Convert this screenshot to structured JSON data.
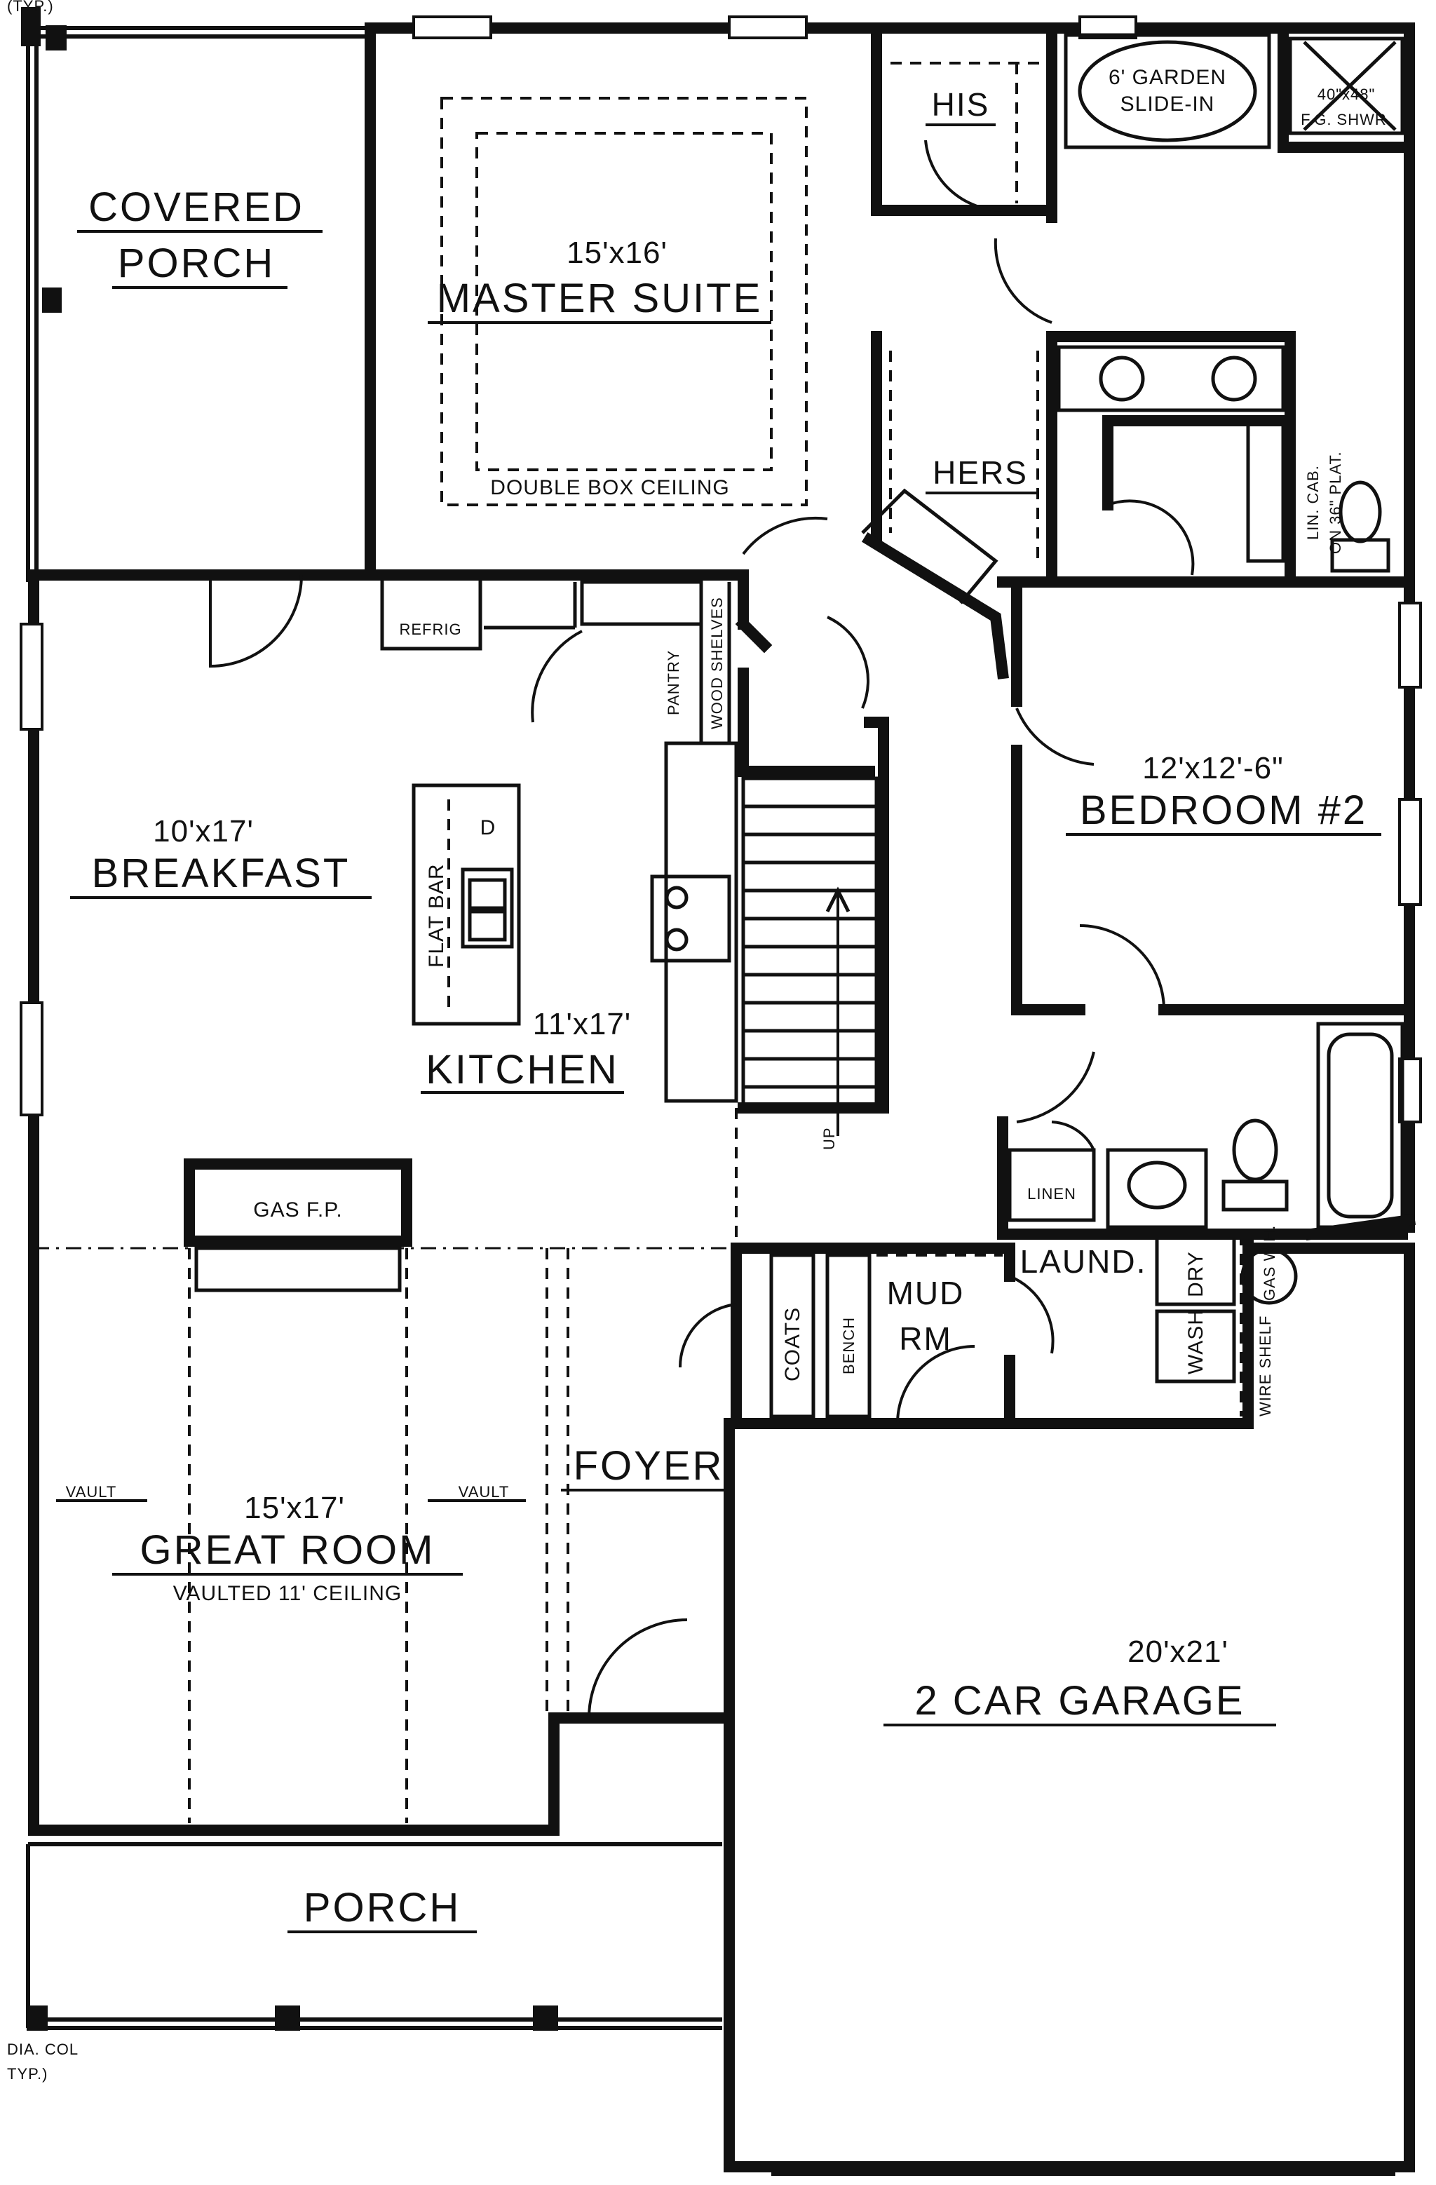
{
  "notes": {
    "top_corner": "(TYP.)",
    "column_note_1": "DIA. COL",
    "column_note_2": "TYP.)"
  },
  "rooms": {
    "covered_porch": {
      "line1": "COVERED",
      "line2": "PORCH"
    },
    "master_suite": {
      "dimensions": "15'x16'",
      "name": "MASTER SUITE",
      "ceiling": "DOUBLE BOX CEILING"
    },
    "his": {
      "name": "HIS"
    },
    "hers": {
      "name": "HERS"
    },
    "garden_tub": {
      "line1": "6' GARDEN",
      "line2": "SLIDE-IN"
    },
    "shower": {
      "line1": "40\"x48\"",
      "line2": "F.G. SHWR."
    },
    "linen_cab": {
      "line1": "LIN. CAB.",
      "line2": "ON 36\" PLAT."
    },
    "refrig": {
      "name": "REFRIG"
    },
    "pantry": {
      "name": "PANTRY"
    },
    "pantry_shelves": {
      "name": "WOOD SHELVES"
    },
    "breakfast": {
      "dimensions": "10'x17'",
      "name": "BREAKFAST"
    },
    "flat_bar": {
      "name": "FLAT BAR"
    },
    "dishwasher": {
      "name": "D"
    },
    "kitchen": {
      "dimensions": "11'x17'",
      "name": "KITCHEN"
    },
    "bedroom2": {
      "dimensions": "12'x12'-6\"",
      "name": "BEDROOM #2"
    },
    "stairs": {
      "label": "UP"
    },
    "linen": {
      "name": "LINEN"
    },
    "gas_fp": {
      "name": "GAS F.P."
    },
    "laundry": {
      "name": "LAUND.",
      "dryer": "DRY",
      "washer": "WASH",
      "water_heater": "GAS W.H.",
      "wire_shelf": "WIRE SHELF"
    },
    "coats": {
      "name": "COATS"
    },
    "bench": {
      "name": "BENCH"
    },
    "mud_room": {
      "line1": "MUD",
      "line2": "RM"
    },
    "foyer": {
      "name": "FOYER"
    },
    "great_room": {
      "dimensions": "15'x17'",
      "name": "GREAT ROOM",
      "ceiling": "VAULTED 11' CEILING",
      "vault_left": "VAULT",
      "vault_right": "VAULT"
    },
    "garage": {
      "dimensions": "20'x21'",
      "name": "2 CAR GARAGE"
    },
    "porch": {
      "name": "PORCH"
    }
  }
}
